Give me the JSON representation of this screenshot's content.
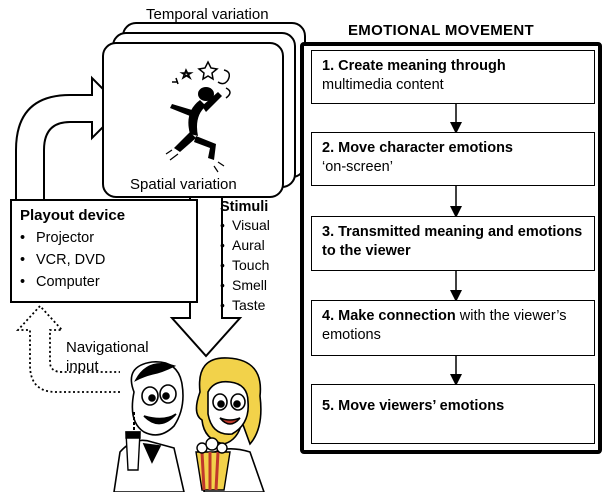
{
  "top_caption": "Temporal variation",
  "bottom_caption": "Spatial variation",
  "emotional_movement": {
    "title": "EMOTIONAL MOVEMENT",
    "steps": [
      {
        "bold": "1. Create meaning through",
        "rest": "multimedia content"
      },
      {
        "bold": "2. Move character emotions",
        "rest": "‘on-screen’"
      },
      {
        "bold": "3. Transmitted meaning and emotions to the viewer",
        "rest": ""
      },
      {
        "bold": "4. Make connection",
        "rest": " with the viewer’s emotions"
      },
      {
        "bold": "5. Move viewers’ emotions",
        "rest": ""
      }
    ]
  },
  "playout_device": {
    "title": "Playout device",
    "items": [
      "Projector",
      "VCR, DVD",
      "Computer"
    ]
  },
  "stimuli": {
    "title": "Stimuli",
    "items": [
      "Visual",
      "Aural",
      "Touch",
      "Smell",
      "Taste"
    ]
  },
  "navigational_input": "Navigational input",
  "icons": {
    "dancer": "dancing-figure-icon",
    "viewers": "moviegoers-illustration"
  }
}
